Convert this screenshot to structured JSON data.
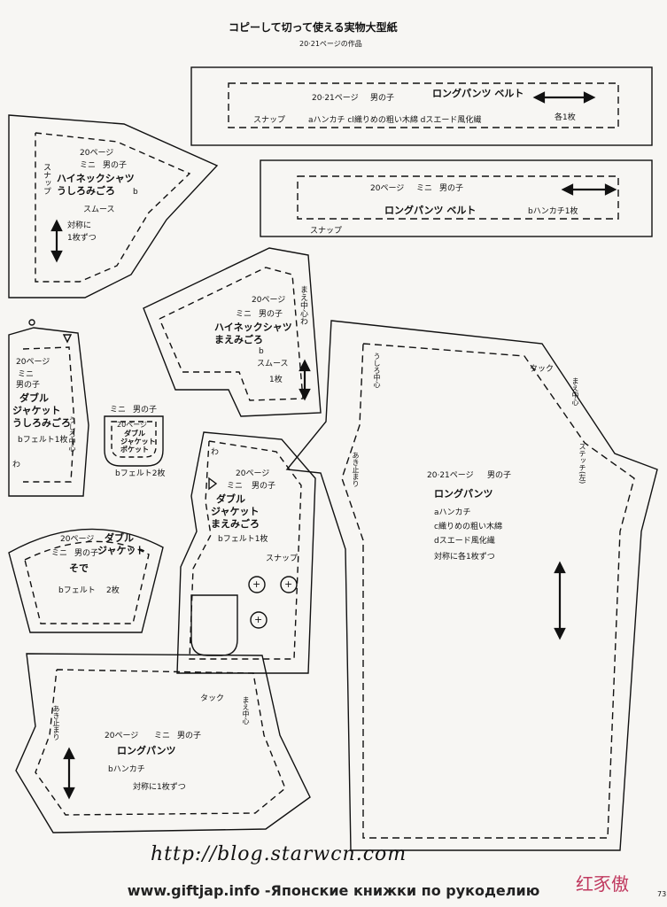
{
  "header": {
    "title": "コピーして切って使える実物大型紙",
    "subtitle": "20·21ページの作品"
  },
  "belt1": {
    "page": "20·21ページ",
    "who": "男の子",
    "name": "ロングパンツ ベルト",
    "snap": "スナップ",
    "materials": "aハンカチ cl織りめの粗い木綿 dスエード風化繊",
    "count": "各1枚"
  },
  "belt2": {
    "page": "20ページ",
    "mini": "ミニ",
    "who": "男の子",
    "name": "ロングパンツ ベルト",
    "material": "bハンカチ1枚",
    "snap": "スナップ"
  },
  "highneck_back": {
    "page": "20ページ",
    "mini": "ミニ",
    "who": "男の子",
    "name1": "ハイネックシャツ",
    "name2": "うしろみごろ",
    "b": "b",
    "material": "スムース",
    "sym": "対称に",
    "count": "1枚ずつ",
    "snap": "スナップ"
  },
  "highneck_front": {
    "page": "20ページ",
    "mini": "ミニ",
    "who": "男の子",
    "name1": "ハイネックシャツ",
    "name2": "まえみごろ",
    "b": "b",
    "material": "スムース",
    "count": "1枚",
    "center": "まえ中心わ"
  },
  "jacket_back": {
    "page": "20ページ",
    "mini": "ミニ",
    "who": "男の子",
    "name1": "ダブル",
    "name2": "ジャケット",
    "name3": "うしろみごろ",
    "material": "bフェルト1枚",
    "center": "うしろ中心",
    "wa": "わ"
  },
  "pocket": {
    "mini": "ミニ",
    "who": "男の子",
    "page": "20ページ",
    "name1": "ダブル",
    "name2": "ジャケット",
    "name3": "ポケット",
    "material": "bフェルト2枚"
  },
  "jacket_front": {
    "page": "20ページ",
    "mini": "ミニ",
    "who": "男の子",
    "name1": "ダブル",
    "name2": "ジャケット",
    "name3": "まえみごろ",
    "material": "bフェルト1枚",
    "snap": "スナップ",
    "wa": "わ"
  },
  "sleeve": {
    "page": "20ページ",
    "mini": "ミニ",
    "who": "男の子",
    "name1": "ダブル",
    "name2": "ジャケット",
    "name3": "そで",
    "material": "bフェルト",
    "count": "2枚"
  },
  "long_pants": {
    "page": "20·21ページ",
    "who": "男の子",
    "name": "ロングパンツ",
    "m1": "aハンカチ",
    "m2": "c織りめの粗い木綿",
    "m3": "dスエード風化繊",
    "count": "対称に各1枚ずつ",
    "tuck": "タック",
    "back_center": "うしろ中心",
    "front_center": "まえ中心",
    "stitch": "ステッチ(左)",
    "opening": "あき止まり"
  },
  "mini_pants": {
    "page": "20ページ",
    "mini": "ミニ",
    "who": "男の子",
    "name": "ロングパンツ",
    "material": "bハンカチ",
    "count": "対称に1枚ずつ",
    "tuck": "タック",
    "front_center": "まえ中心",
    "opening": "あき止まり"
  },
  "watermark": "http://blog.starwcn.com",
  "footer": "www.giftjap.info -Японские книжки по рукоделию",
  "stamp": "红豕傲",
  "page_number": "73"
}
